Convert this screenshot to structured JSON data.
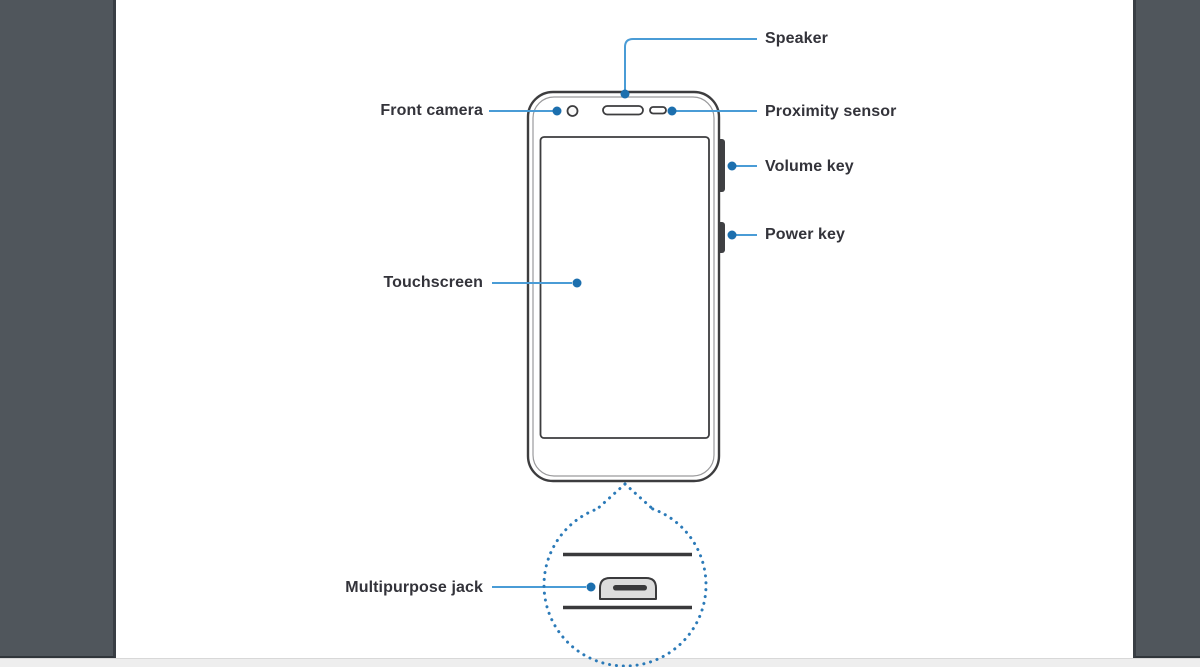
{
  "document": {
    "type": "device-overview-diagram",
    "device": "smartphone-front-view"
  },
  "labels": {
    "speaker": "Speaker",
    "front_camera": "Front camera",
    "proximity_sensor": "Proximity sensor",
    "volume_key": "Volume key",
    "power_key": "Power key",
    "touchscreen": "Touchscreen",
    "multipurpose_jack": "Multipurpose jack"
  },
  "colors": {
    "leader_line": "#4a9cd6",
    "leader_dot": "#1c6fae",
    "dotted_circle": "#2b7ab8",
    "label_text": "#33333a",
    "phone_outline": "#3d3d3f",
    "side_strip": "#50565c",
    "page_background": "#ffffff",
    "bottom_band": "#eeeeee"
  }
}
